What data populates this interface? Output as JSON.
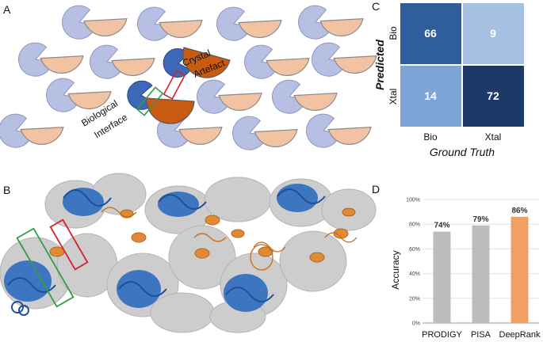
{
  "panels": {
    "a": "A",
    "b": "B",
    "c": "C",
    "d": "D"
  },
  "panel_a": {
    "crystal_label": "Crystal Artefact",
    "crystal_line1": "Crystal",
    "crystal_line2": "Artefact",
    "bio_line1": "Biological",
    "bio_line2": "Interface",
    "colors": {
      "molecule_light": "#b7bfe3",
      "molecule_peach": "#f2c3a3",
      "focus_blue": "#3d68b8",
      "focus_orange": "#c85a12",
      "crystal_box": "#d62030",
      "bio_box": "#2f9e44"
    }
  },
  "panel_b": {
    "colors": {
      "protein_blue": "#2e6cc0",
      "ligand_orange": "#e08a35",
      "surface_grey": "#c9c9c9",
      "crystal_box": "#d62030",
      "bio_box": "#2f9e44"
    }
  },
  "confusion": {
    "row_axis_title": "Predicted",
    "col_axis_title": "Ground Truth",
    "row_labels": [
      "Bio",
      "Xtal"
    ],
    "col_labels": [
      "Bio",
      "Xtal"
    ],
    "values": [
      [
        "66",
        "9"
      ],
      [
        "14",
        "72"
      ]
    ],
    "cell_colors": [
      [
        "#2f5e9d",
        "#a7c1e3"
      ],
      [
        "#7ea5d8",
        "#1c3a67"
      ]
    ]
  },
  "chart_data": {
    "type": "bar",
    "categories": [
      "PRODIGY",
      "PISA",
      "DeepRank"
    ],
    "values": [
      74,
      79,
      86
    ],
    "value_labels": [
      "74%",
      "79%",
      "86%"
    ],
    "ylabel": "Accuracy",
    "ylim": [
      0,
      100
    ],
    "yticks": [
      "0%",
      "20%",
      "40%",
      "60%",
      "80%",
      "100%"
    ],
    "ytick_values": [
      0,
      20,
      40,
      60,
      80,
      100
    ],
    "bar_colors": [
      "#bdbdbd",
      "#bdbdbd",
      "#f0a064"
    ]
  }
}
